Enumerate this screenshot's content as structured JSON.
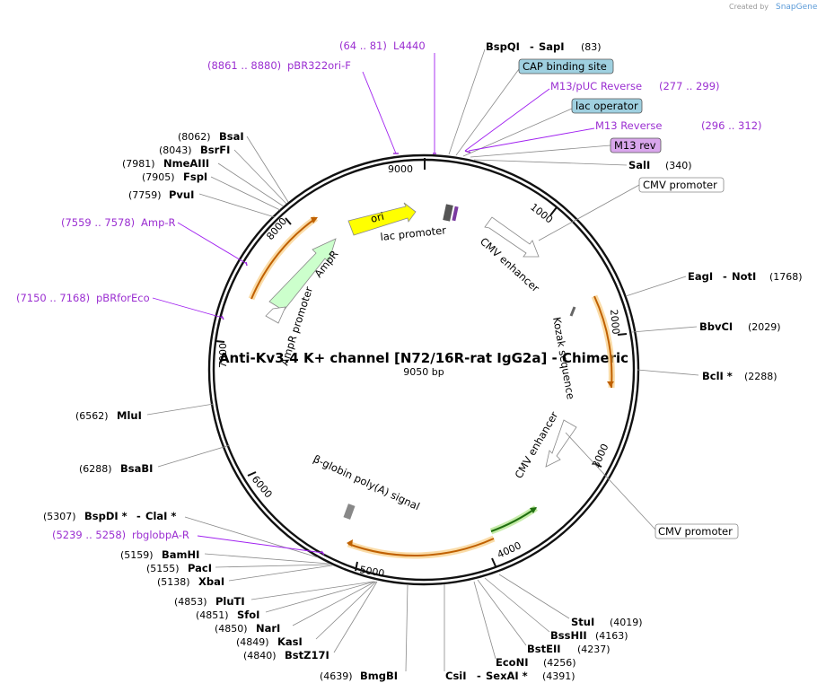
{
  "brand": {
    "created_by": "Created by",
    "name": "SnapGene"
  },
  "plasmid": {
    "name": "Anti-Kv3.4 K+ channel [N72/16R-rat IgG2a] - Chimeric",
    "size": "9050 bp",
    "length": 9050
  },
  "ticks": [
    "1000",
    "2000",
    "3000",
    "4000",
    "5000",
    "6000",
    "7000",
    "8000",
    "9000"
  ],
  "enzymes": [
    {
      "name": "BspQI",
      "name2": "SapI",
      "pos": "(83)"
    },
    {
      "name": "SalI",
      "pos": "(340)"
    },
    {
      "name": "EagI",
      "name2": "NotI",
      "pos": "(1768)"
    },
    {
      "name": "BbvCI",
      "pos": "(2029)"
    },
    {
      "name": "BclI *",
      "pos": "(2288)"
    },
    {
      "name": "StuI",
      "pos": "(4019)"
    },
    {
      "name": "BssHII",
      "pos": "(4163)"
    },
    {
      "name": "BstEII",
      "pos": "(4237)"
    },
    {
      "name": "EcoNI",
      "pos": "(4256)"
    },
    {
      "name": "CsiI",
      "name2": "SexAI *",
      "pos": "(4391)"
    },
    {
      "name": "BmgBI",
      "pos": "(4639)"
    },
    {
      "name": "BstZ17I",
      "pos": "(4840)"
    },
    {
      "name": "KasI",
      "pos": "(4849)"
    },
    {
      "name": "NarI",
      "pos": "(4850)"
    },
    {
      "name": "SfoI",
      "pos": "(4851)"
    },
    {
      "name": "PluTI",
      "pos": "(4853)"
    },
    {
      "name": "XbaI",
      "pos": "(5138)"
    },
    {
      "name": "PacI",
      "pos": "(5155)"
    },
    {
      "name": "BamHI",
      "pos": "(5159)"
    },
    {
      "name": "BspDI *",
      "name2": "ClaI *",
      "pos": "(5307)"
    },
    {
      "name": "BsaBI",
      "pos": "(6288)"
    },
    {
      "name": "MluI",
      "pos": "(6562)"
    },
    {
      "name": "PvuI",
      "pos": "(7759)"
    },
    {
      "name": "FspI",
      "pos": "(7905)"
    },
    {
      "name": "NmeAIII",
      "pos": "(7981)"
    },
    {
      "name": "BsrFI",
      "pos": "(8043)"
    },
    {
      "name": "BsaI",
      "pos": "(8062)"
    }
  ],
  "primers": [
    {
      "name": "L4440",
      "range": "(64 .. 81)"
    },
    {
      "name": "pBR322ori-F",
      "range": "(8861 .. 8880)"
    },
    {
      "name": "M13/pUC Reverse",
      "range": "(277 .. 299)"
    },
    {
      "name": "M13 Reverse",
      "range": "(296 .. 312)"
    },
    {
      "name": "Amp-R",
      "range": "(7559 .. 7578)"
    },
    {
      "name": "pBRforEco",
      "range": "(7150 .. 7168)"
    },
    {
      "name": "rbglobpA-R",
      "range": "(5239 .. 5258)"
    }
  ],
  "boxed_features": [
    {
      "label": "CAP binding site",
      "color": "#9fd0e0"
    },
    {
      "label": "lac operator",
      "color": "#9fd0e0"
    },
    {
      "label": "M13 rev",
      "color": "#d9a6ec"
    },
    {
      "label": "CMV promoter",
      "color": "#ffffff"
    },
    {
      "label": "CMV promoter",
      "color": "#ffffff"
    }
  ],
  "features": [
    {
      "label": "ori",
      "color": "#ffff00"
    },
    {
      "label": "lac promoter"
    },
    {
      "label": "CMV enhancer"
    },
    {
      "label": "AmpR",
      "color": "#ccffcc"
    },
    {
      "label": "AmpR promoter"
    },
    {
      "label": "Kozak sequence"
    },
    {
      "label": "CMV enhancer"
    },
    {
      "label": "β-globin poly(A) signal"
    }
  ],
  "colors": {
    "orf": "#f0b040",
    "orf_dark": "#c06000",
    "green": "#60c030",
    "primer": "#9b2fd1",
    "backbone": "#111111"
  }
}
